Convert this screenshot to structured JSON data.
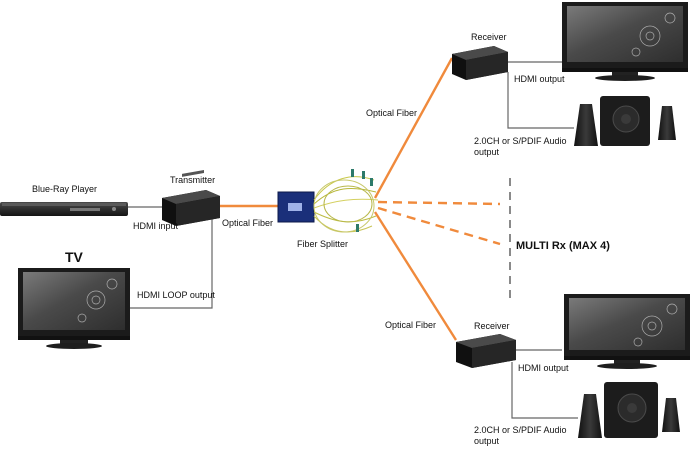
{
  "labels": {
    "bluray": "Blue-Ray Player",
    "hdmi_input": "HDMI input",
    "transmitter": "Transmitter",
    "tv": "TV",
    "hdmi_loop_output": "HDMI LOOP output",
    "optical_fiber_tx": "Optical Fiber",
    "fiber_splitter": "Fiber Splitter",
    "optical_fiber_top": "Optical Fiber",
    "optical_fiber_bottom": "Optical Fiber",
    "receiver_top": "Receiver",
    "receiver_bottom": "Receiver",
    "hdmi_output_top": "HDMI output",
    "hdmi_output_bottom": "HDMI output",
    "audio_top_line1": "2.0CH or S/PDIF Audio",
    "audio_top_line2": "output",
    "audio_bottom_line1": "2.0CH or S/PDIF Audio",
    "audio_bottom_line2": "output",
    "multi_rx": "MULTI Rx (MAX 4)"
  },
  "colors": {
    "fiber": "#f08a3c",
    "cable": "#666666",
    "device": "#1c1c1c",
    "splitter": "#1a2f7a"
  }
}
